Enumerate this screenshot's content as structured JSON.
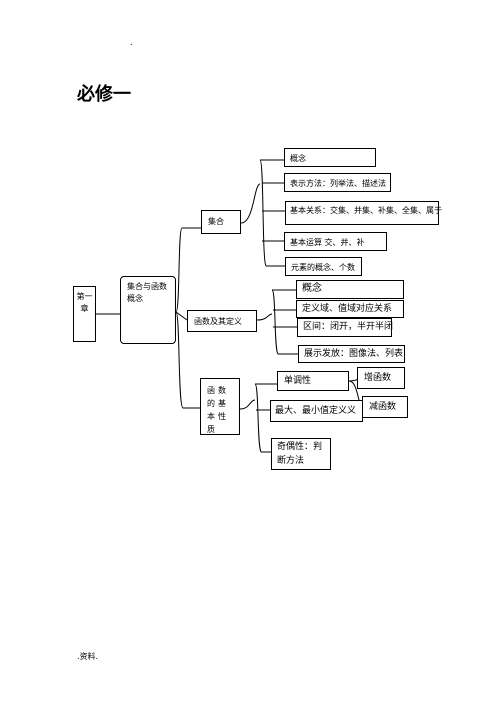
{
  "header": {
    "dot": "."
  },
  "page_title": "必修一",
  "mindmap": {
    "chapter": "第一章",
    "root": "集合与函数概念",
    "branches": {
      "set": {
        "label": "集合",
        "items": [
          "概念",
          "表示方法：列举法、描述法",
          "基本关系：交集、并集、补集、全集、属于",
          "基本运算 交、并、补",
          "元素的概念、个数"
        ]
      },
      "function": {
        "label": "函数及其定义",
        "items": [
          "概念",
          "定义域、值域对应关系",
          "区间：闭开，半开半闭",
          "展示发放：图像法、列表"
        ]
      },
      "properties": {
        "label": "函数的基本性质",
        "monotonic": "单调性",
        "increasing": "增函数",
        "decreasing": "减函数",
        "extremum": "最大、最小值定义义",
        "parity": "奇偶性：判断方法"
      }
    }
  },
  "footer": {
    "text": ".资料."
  }
}
